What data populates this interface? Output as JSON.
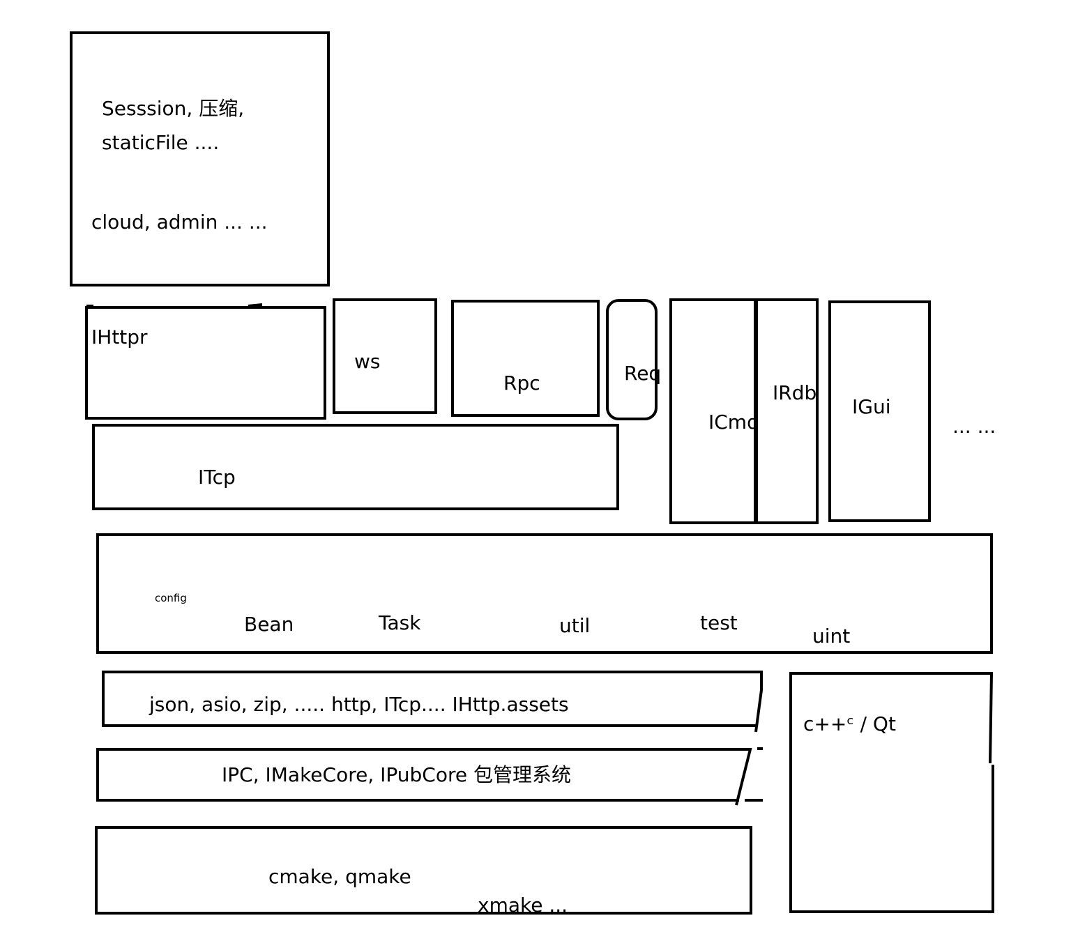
{
  "top_box": {
    "line1": "Sesssion, 压缩,",
    "line2": "staticFile ....",
    "line3": "cloud, admin ... ..."
  },
  "modules": {
    "ihttpr": "IHttpr",
    "ws": "ws",
    "rpc": "Rpc",
    "req": "Req",
    "icmd": "ICmd",
    "irdb": "IRdb",
    "igui": "IGui",
    "more": "... ...",
    "itcp": "ITcp"
  },
  "core": {
    "config": "config",
    "bean": "Bean",
    "task": "Task",
    "util": "util",
    "test": "test",
    "uint": "uint"
  },
  "libs": "json, asio, zip, .....  http, ITcp.... IHttp.assets",
  "infra": "IPC, IMakeCore, IPubCore 包管理系统",
  "build": {
    "line1": "cmake, qmake",
    "line2": "xmake ..."
  },
  "lang": "c++ᶜ / Qt"
}
